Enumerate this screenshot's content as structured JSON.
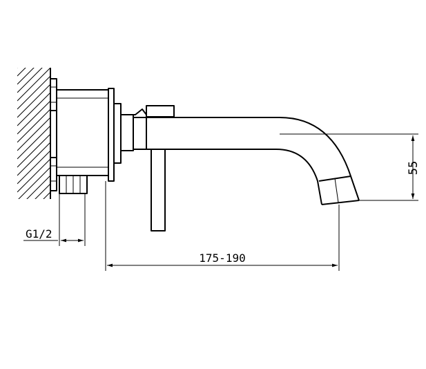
{
  "dimensions": {
    "spout_projection": "175-190",
    "spout_height": "55",
    "inlet_thread": "G1/2"
  }
}
